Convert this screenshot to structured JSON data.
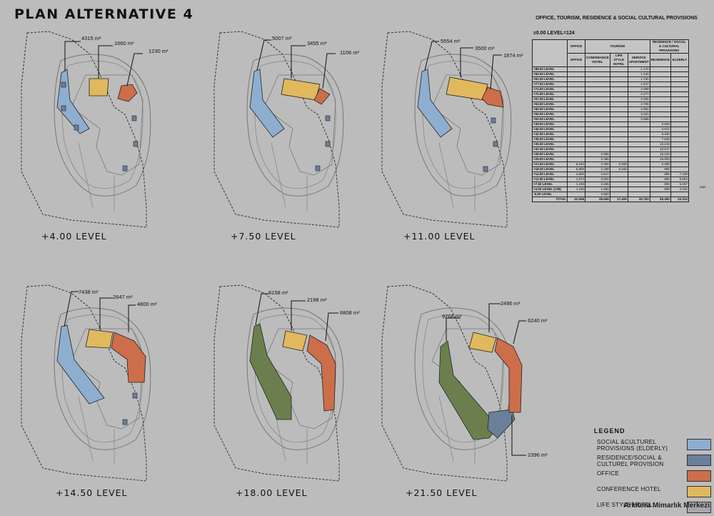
{
  "title": "PLAN ALTERNATIVE 4",
  "colors": {
    "social_culturel": "#8eaed0",
    "residence_social": "#6a7f99",
    "office": "#cc6e4a",
    "conference": "#e0b85e",
    "life_style": "#a8a8a8",
    "background": "#bcbcbc",
    "green": "#6b7f4e"
  },
  "plans": [
    {
      "level": "+4.00  LEVEL",
      "areas": [
        "4315 m²",
        "1660 m²",
        "1230 m²"
      ]
    },
    {
      "level": "+7.50  LEVEL",
      "areas": [
        "5007 m²",
        "3455 m²",
        "1106 m²"
      ]
    },
    {
      "level": "+11.00  LEVEL",
      "areas": [
        "5554 m²",
        "3500 m²",
        "1874 m²"
      ]
    },
    {
      "level": "+14.50  LEVEL",
      "areas": [
        "7438 m²",
        "2647 m²",
        "4800 m²"
      ]
    },
    {
      "level": "+18.00  LEVEL",
      "areas": [
        "8158 m²",
        "2198 m²",
        "6808 m²"
      ]
    },
    {
      "level": "+21.50  LEVEL",
      "areas": [
        "9268 m²",
        "2495 m²",
        "6240 m²",
        "2396 m²"
      ]
    }
  ],
  "table": {
    "title": "OFFICE, TOURISM, RESIDENCE & SOCIAL CULTURAL PROVISIONS",
    "base_level": "±0.00 LEVEL=124",
    "header1": {
      "office": "OFFICE",
      "tourism": "TOURISM",
      "residence": "RESIDENCE / SOCIAL & CULTURAL PROVISIONS"
    },
    "header2": {
      "office": "OFFICE",
      "conference": "CONFERANCE HOTEL",
      "life_style": "LIFE STYLE HOTEL",
      "service": "SERVICE APARTMENT",
      "residence": "RESIDENCE",
      "elderly": "ELDERLY"
    },
    "rows": [
      [
        "+88.00 LEVEL",
        "",
        "",
        "",
        "1.170",
        "",
        ""
      ],
      [
        "+84.50 LEVEL",
        "",
        "",
        "",
        "1.440",
        "",
        ""
      ],
      [
        "+81.00 LEVEL",
        "",
        "",
        "",
        "1.700",
        "",
        ""
      ],
      [
        "+77.50 LEVEL",
        "",
        "",
        "",
        "1.947",
        "",
        ""
      ],
      [
        "+74.00 LEVEL",
        "",
        "",
        "",
        "2.099",
        "",
        ""
      ],
      [
        "+70.50 LEVEL",
        "",
        "",
        "",
        "2.277",
        "",
        ""
      ],
      [
        "+67.00 LEVEL",
        "",
        "",
        "",
        "2.450",
        "",
        ""
      ],
      [
        "+63.50 LEVEL",
        "",
        "",
        "",
        "2.706",
        "",
        ""
      ],
      [
        "+60.00 LEVEL",
        "",
        "",
        "",
        "2.984",
        "",
        ""
      ],
      [
        "+56.50 LEVEL",
        "",
        "",
        "",
        "3.321",
        "",
        ""
      ],
      [
        "+53.00 LEVEL",
        "",
        "",
        "",
        "3.689",
        "",
        ""
      ],
      [
        "+49.50 LEVEL",
        "",
        "",
        "",
        "",
        "3.940",
        ""
      ],
      [
        "+46.00 LEVEL",
        "",
        "",
        "",
        "",
        "4.571",
        ""
      ],
      [
        "+42.50 LEVEL",
        "",
        "",
        "",
        "",
        "6.340",
        ""
      ],
      [
        "+39.00 LEVEL",
        "",
        "",
        "",
        "",
        "7.836",
        ""
      ],
      [
        "+35.50 LEVEL",
        "",
        "",
        "",
        "",
        "10.218",
        ""
      ],
      [
        "+32.00 LEVEL",
        "",
        "",
        "",
        "",
        "10.517",
        ""
      ],
      [
        "+28.50 LEVEL",
        "",
        "2.556",
        "",
        "",
        "16.243",
        ""
      ],
      [
        "+25.00 LEVEL",
        "",
        "2.495",
        "",
        "",
        "16.953",
        ""
      ],
      [
        "+21.50 LEVEL",
        "6.240",
        "2.495",
        "9.268",
        "",
        "2.396",
        ""
      ],
      [
        "+18.00 LEVEL",
        "6.808",
        "2.198",
        "8.158",
        "",
        "895",
        ""
      ],
      [
        "+14.50 LEVEL",
        "4.800",
        "2.647",
        "",
        "",
        "895",
        "7.438"
      ],
      [
        "+11.00 LEVEL",
        "1.874",
        "3.500",
        "",
        "",
        "895",
        "5.554"
      ],
      [
        "+7.50 LEVEL",
        "1.106",
        "3.455",
        "",
        "",
        "895",
        "5.007"
      ],
      [
        "+4.00 LEVEL (138)",
        "1.230",
        "1.660",
        "",
        "",
        "895",
        "4.315"
      ],
      [
        "-6.00 LEVEL",
        "",
        "4.500",
        "",
        "",
        "",
        ""
      ]
    ],
    "total": [
      "TOTAL",
      "22.058",
      "25.506",
      "17.426",
      "25.763",
      "83.490",
      "22.314"
    ],
    "unit": "sqm"
  },
  "legend": {
    "title": "LEGEND",
    "items": [
      {
        "label": "SOCIAL &CULTUREL PROVISIONS (ELDERLY)",
        "color": "#8eaed0"
      },
      {
        "label": "RESIDENCE/SOCIAL & CULTUREL PROVISION",
        "color": "#6a7f99"
      },
      {
        "label": "OFFICE",
        "color": "#cc6e4a"
      },
      {
        "label": "CONFERENCE HOTEL",
        "color": "#e0b85e"
      },
      {
        "label": "LIFE STYLE HOTEL",
        "color": "#a8a8a8"
      }
    ]
  },
  "watermark": "Arkitera Mimarlık Merkezi"
}
